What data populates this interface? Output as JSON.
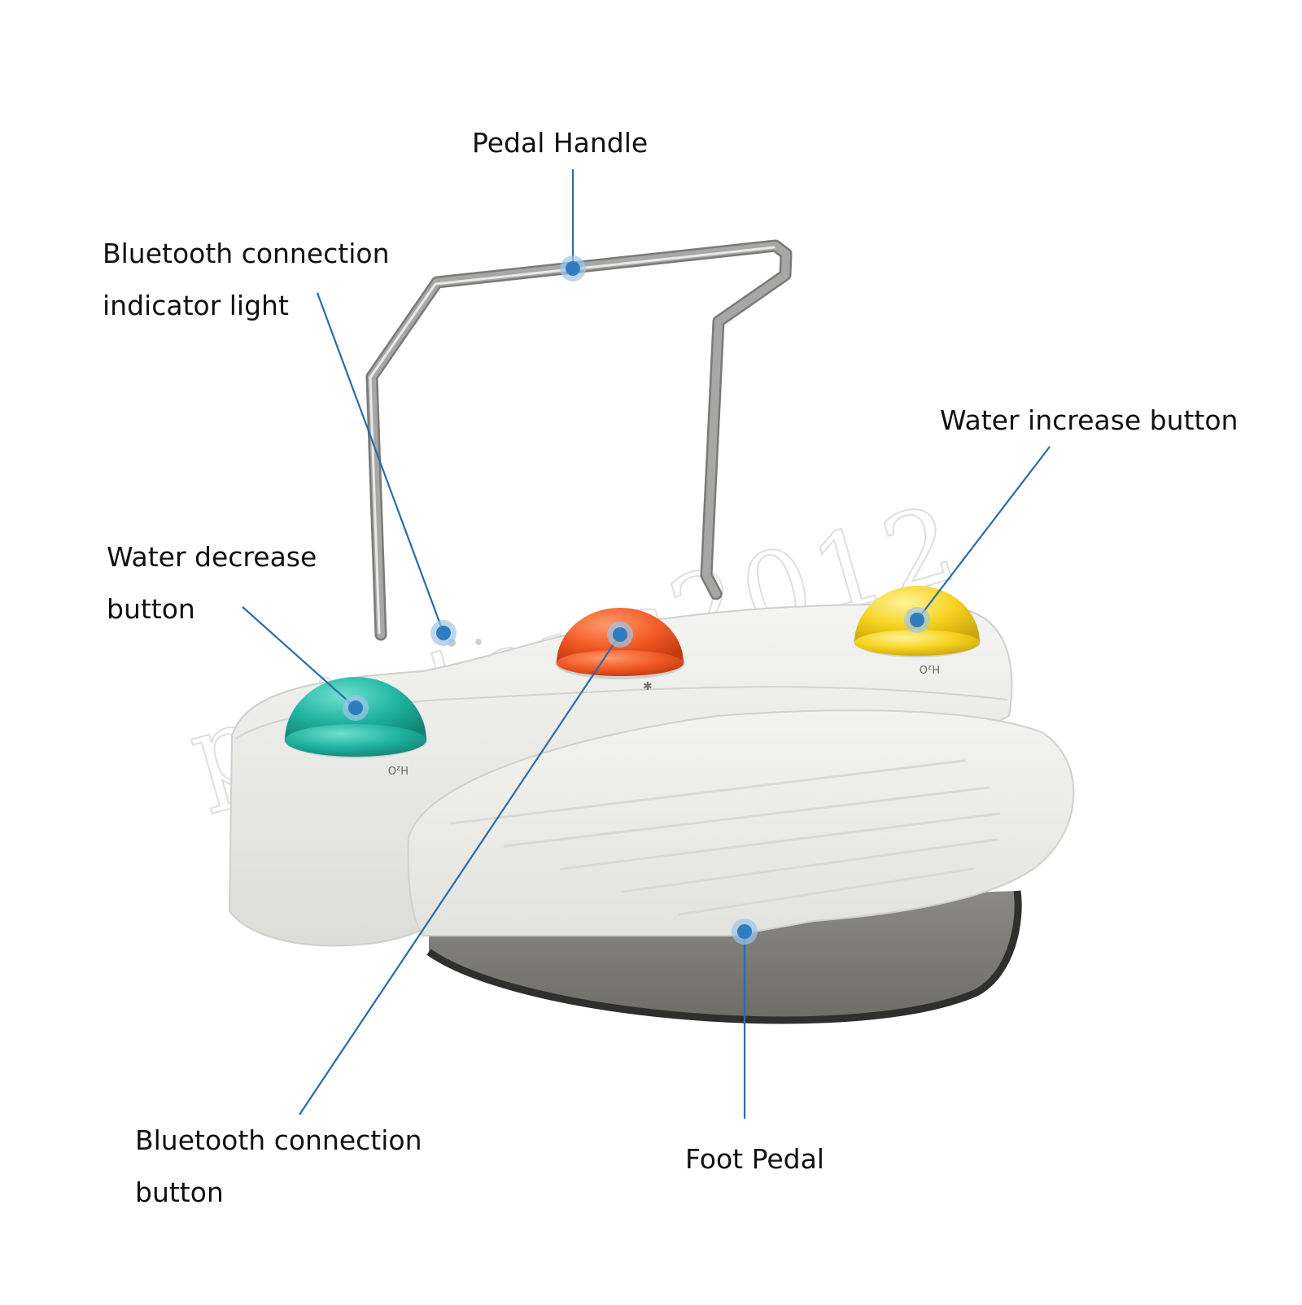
{
  "labels": {
    "pedal_handle": [
      "Pedal Handle"
    ],
    "indicator_light": [
      "Bluetooth connection",
      "indicator light"
    ],
    "water_increase": [
      "Water increase button"
    ],
    "water_decrease": [
      "Water decrease",
      "button"
    ],
    "bt_button": [
      "Bluetooth connection",
      "button"
    ],
    "foot_pedal": [
      "Foot Pedal"
    ]
  },
  "button_marks": {
    "left": "H₂O",
    "right": "H₂O"
  },
  "watermark": "printens2012",
  "colors": {
    "callout_line": "#2b6ca3",
    "callout_dot": "#2f7dc0",
    "button_teal": "#1fb3a0",
    "button_orange": "#f25a26",
    "button_yellow": "#f6d21e",
    "body_white": "#ebebe8",
    "base_gray": "#6e6d68",
    "handle_steel": "#a7a7a5"
  }
}
